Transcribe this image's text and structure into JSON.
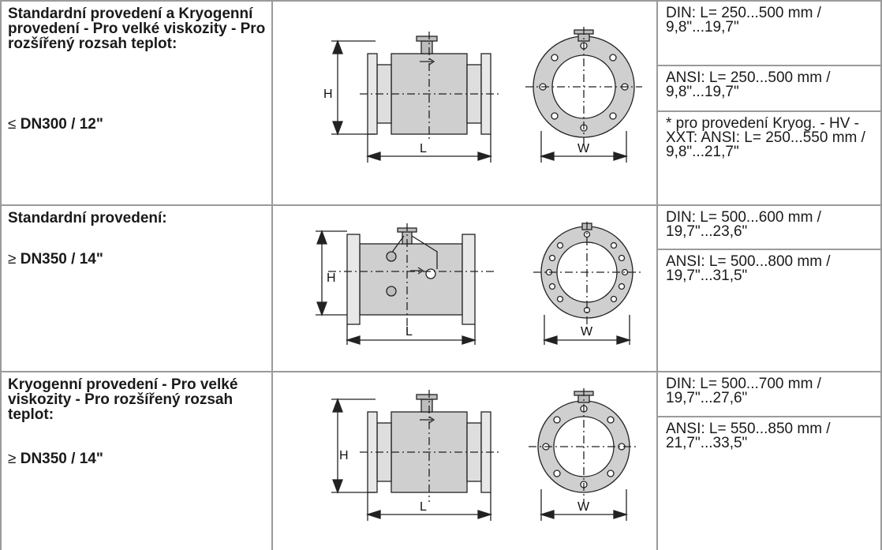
{
  "rows": [
    {
      "title": "Standardní provedení a Kryogenní provedení - Pro velké viskozity - Pro rozšířený rozsah teplot:",
      "size_symbol": "≤",
      "size_value": "DN300 / 12\"",
      "specs": [
        "DIN: L= 250...500 mm / 9,8\"...19,7\"",
        "ANSI: L= 250...500 mm / 9,8\"...19,7\"",
        "* pro provedení Kryog. - HV - XXT: ANSI: L= 250...550 mm / 9,8\"...21,7\""
      ],
      "dims": {
        "height": "H",
        "length": "L",
        "width": "W"
      }
    },
    {
      "title": "Standardní provedení:",
      "size_symbol": "≥",
      "size_value": "DN350 / 14\"",
      "specs": [
        "DIN: L= 500...600 mm / 19,7\"...23,6\"",
        "ANSI: L= 500...800 mm / 19,7\"...31,5\""
      ],
      "dims": {
        "height": "H",
        "length": "L",
        "width": "W"
      }
    },
    {
      "title": "Kryogenní provedení - Pro velké viskozity - Pro rozšířený rozsah teplot:",
      "size_symbol": "≥",
      "size_value": "DN350 / 14\"",
      "specs": [
        "DIN: L= 500...700 mm / 19,7\"...27,6\"",
        "ANSI: L= 550...850 mm / 21,7\"...33,5\""
      ],
      "dims": {
        "height": "H",
        "length": "L",
        "width": "W"
      }
    }
  ]
}
